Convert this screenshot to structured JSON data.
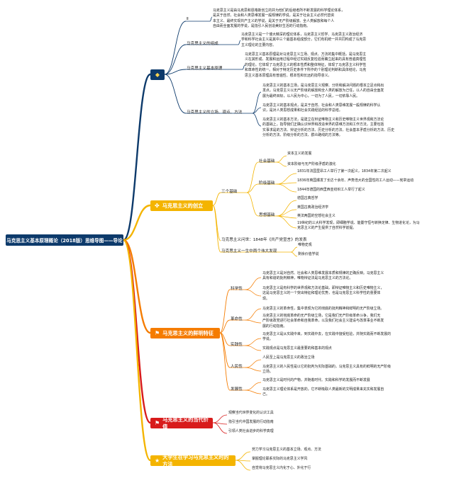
{
  "root": "马克思主义基本原理概论（2018版）思维导图——导论",
  "colors": {
    "navy": "#0d3a6b",
    "amber": "#f4b400",
    "orange": "#f57c00",
    "red": "#d81b1b",
    "yellow": "#f4b400"
  },
  "b1": {
    "title": "",
    "i_label": "Ⅱ",
    "i_text": [
      "马克思主义是由马克思和恩格斯创立的并为他们的后继者所不断发展的科学理论体系，",
      "是关于自然、社会和人类思维发展一般规律的学说，是关于社会主义必然代替资",
      "本主义、最终实现共产主义的学说，是关于无产阶级解放、全人类解放和每个人",
      "自由而全面发展的学说，是指引人民创造美好生活的行动指南。"
    ],
    "comp_label": "马克思主义的组成",
    "comp_text": [
      "马克思主义是一个博大精深的理论体系，马克思主义哲学、马克思主义政治经济",
      "学和科学社会主义是其中三个最基本组成部分，它们有机统一并共同构成了马克思",
      "主义理论的主要内容。"
    ],
    "basic_label": "马克思主义基本原理",
    "basic_text": [
      "马克思主义基本原理是对马克思主义立场、观点、方法的集中概括，是马克思主",
      "义在其形成、发展和运用过程中经过实践反复检验而确立起来的具有普遍真理性",
      "的理论。它体现了马克思主义的根本性质和整体特征，体现了马克思主义科学性",
      "和革命性的统一。相对于特定历史条件下所作的个别理论判断和具体结论，马克",
      "思主义基本原理具有普遍性、根本性和长远的指导意义。"
    ],
    "stance_label": "马克思主义的立场、观点、方法",
    "stance_items": [
      [
        "马克思主义的基本立场，是马克思主义观察、分析和解决问题的根本立足点和出",
        "发点。马克思主义以无产阶级的解放和全人类的解放为己任，以人的自由全面发",
        "展为最终目标，以人民为中心，一切为了人民，一切依靠人民。"
      ],
      [
        "马克思主义的基本观点，是关于自然、社会和人类思维发展一般规律的科学认",
        "识，是对人类思想成果和社会实践经验的科学总结。"
      ],
      [
        "马克思主义的基本方法，是建立在辩证唯物主义和历史唯物主义世界观和方法论",
        "的基础上，指导我们正确认识世界和改造世界的思维方法和工作方法，主要包括",
        "实事求是的方法、辩证分析的方法、历史分析的方法、社会基本矛盾分析的方法、历史",
        "分析的方法、阶级分析的方法、群众路线的方法等。"
      ]
    ]
  },
  "b2": {
    "title": "马克思主义的创立",
    "three_label": "三个基础",
    "social_label": "社会基础",
    "social_items": [
      "资本主义的发展",
      "资本阶级与无产阶级矛盾的激化"
    ],
    "class_label": "阶级基础",
    "class_items": [
      "1831年法国里昂工人举行了第一次起义，1834年第二次起义",
      "1836年英国爆发了长达十余年、声势浩大的全国性的工人运动——宪章运动",
      "1844年德国的西里西亚纺织工人举行了起义"
    ],
    "thought_label": "思想基础",
    "thought_items": [
      "德国古典哲学",
      "英国古典政治经济学",
      "英法两国的空想社会主义"
    ],
    "thought_note": [
      "19世纪的三大科学发现，即细胞学说、能量守恒与转换定律、生物进化论，为马",
      "克思主义的产生提供了自然科学前提。"
    ],
    "manifesto": "马克思主义问世：1848年《共产党宣言》的发表",
    "two_label": "马克思主义一生中两个伟大发现",
    "two_items": [
      "唯物史观",
      "剩余价值学说"
    ]
  },
  "b3": {
    "title": "马克思主义的鲜明特征",
    "sci_label": "科学性",
    "sci_items": [
      [
        "马克思主义是对自然、社会和人类思维发展本质和规律的正确反映。马克思主义",
        "具有和谐的批判精神，唯物辩证法是马克思主义的方法论。"
      ],
      [
        "马克思主义是有科学的世界观和方法论基础，即辩证唯物主义和历史唯物主义，",
        "这是马克思主义的一个突出特征和理论优势，也是马克思主义科学性的重要体",
        "现。"
      ]
    ],
    "rev_label": "革命性",
    "rev_items": [
      [
        "马克思主义的革命性，集中表现为它的彻底的批判精神和鲜明的无产阶级立场。"
      ],
      [
        "马克思主义的彻底革命的无产阶级立场，它是我们无产阶级革命斗争，我们无",
        "产阶级政党进行社会革命和自我革命，以及我们社会主义建设与改革事业不断发",
        "展的行动指南。"
      ]
    ],
    "prac_label": "实践性",
    "prac_items": [
      [
        "马克思主义是从实践中来，到实践中去，在实践中接受检验，并随实践而不断发展的",
        "学说。"
      ],
      [
        "实践观点是马克思主义最重要的和基本的观点"
      ]
    ],
    "people_label": "人民性",
    "people_items": [
      [
        "人民至上是马克思主义的政治立场"
      ],
      [
        "马克思主义的人民性是以它的批判为实际基础的，马克思主义具有的鲜明的无产阶级",
        "立场。"
      ]
    ],
    "dev_label": "发展性",
    "dev_items": [
      [
        "马克思主义是时代的产物，并随着时代、实践和科学的发展而不断发展"
      ],
      [
        "马克思主义理论体系是开放的，它不断吸取人类最新的文明成果来充实和发展自",
        "己。"
      ]
    ]
  },
  "b4": {
    "title": "马克思主义的当代价值",
    "items": [
      "观察当代世界变化的认识工具",
      "指引当代中国发展的行动指南",
      "引领人类社会进步的科学真理"
    ]
  },
  "b5": {
    "title": "大学生在学习马克思主义时的方法",
    "items": [
      "努力学习马克思主义的基本立场、观点、方法",
      "掌握理论联系实际的马克思主义学风",
      "自觉将马克思主义内化于心、外化于行"
    ]
  }
}
